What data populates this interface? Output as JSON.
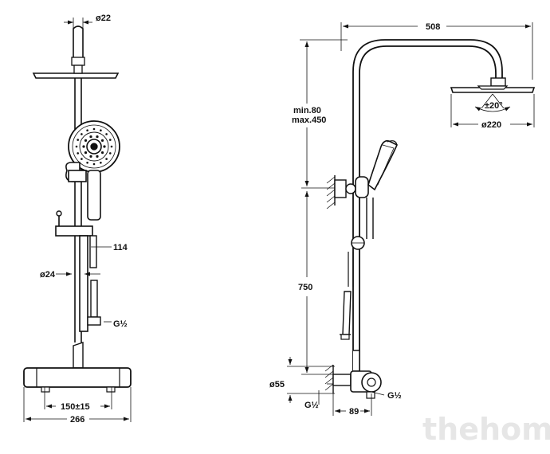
{
  "front_view": {
    "dims": {
      "top_pipe_dia": "ø22",
      "holder_height": "114",
      "bar_dia": "ø24",
      "hose_thread": "G½",
      "connection_spacing": "150±15",
      "mixer_width": "266"
    }
  },
  "side_view": {
    "dims": {
      "arm_length": "508",
      "tilt_angle": "±20°",
      "head_dia": "ø220",
      "adjust_min": "min.80",
      "adjust_max": "max.450",
      "height": "750",
      "inlet_dia": "ø55",
      "inlet_thread_left": "G½",
      "offset": "89",
      "outlet_thread": "G½"
    }
  },
  "watermark": "thehome",
  "colors": {
    "line": "#111111",
    "watermark": "#e6e6e6"
  }
}
